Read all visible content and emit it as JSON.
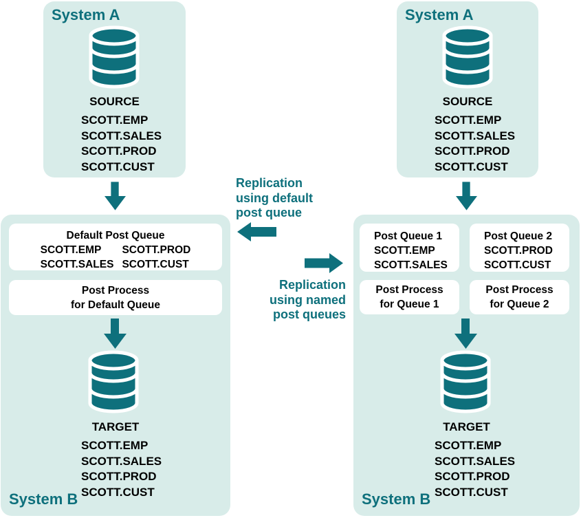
{
  "colors": {
    "teal": "#0E707C",
    "mint": "#D8ECE9",
    "box_fill": "#FFFFFF",
    "text": "#000000"
  },
  "left_diagram": {
    "system_a": {
      "title": "System A",
      "db_label": "SOURCE",
      "tables": [
        "SCOTT.EMP",
        "SCOTT.SALES",
        "SCOTT.PROD",
        "SCOTT.CUST"
      ]
    },
    "system_b": {
      "title": "System B",
      "queue_box": {
        "title": "Default Post Queue",
        "col1": [
          "SCOTT.EMP",
          "SCOTT.SALES"
        ],
        "col2": [
          "SCOTT.PROD",
          "SCOTT.CUST"
        ]
      },
      "process_box": "Post Process\nfor Default Queue",
      "db_label": "TARGET",
      "tables": [
        "SCOTT.EMP",
        "SCOTT.SALES",
        "SCOTT.PROD",
        "SCOTT.CUST"
      ]
    }
  },
  "middle": {
    "default_label": "Replication\nusing default\npost queue",
    "named_label": "Replication\nusing named\npost queues"
  },
  "right_diagram": {
    "system_a": {
      "title": "System A",
      "db_label": "SOURCE",
      "tables": [
        "SCOTT.EMP",
        "SCOTT.SALES",
        "SCOTT.PROD",
        "SCOTT.CUST"
      ]
    },
    "system_b": {
      "title": "System B",
      "queue_box_1": {
        "title": "Post Queue 1",
        "tables": [
          "SCOTT.EMP",
          "SCOTT.SALES"
        ]
      },
      "queue_box_2": {
        "title": "Post Queue 2",
        "tables": [
          "SCOTT.PROD",
          "SCOTT.CUST"
        ]
      },
      "process_box_1": "Post Process\nfor Queue 1",
      "process_box_2": "Post Process\nfor Queue 2",
      "db_label": "TARGET",
      "tables": [
        "SCOTT.EMP",
        "SCOTT.SALES",
        "SCOTT.PROD",
        "SCOTT.CUST"
      ]
    }
  }
}
